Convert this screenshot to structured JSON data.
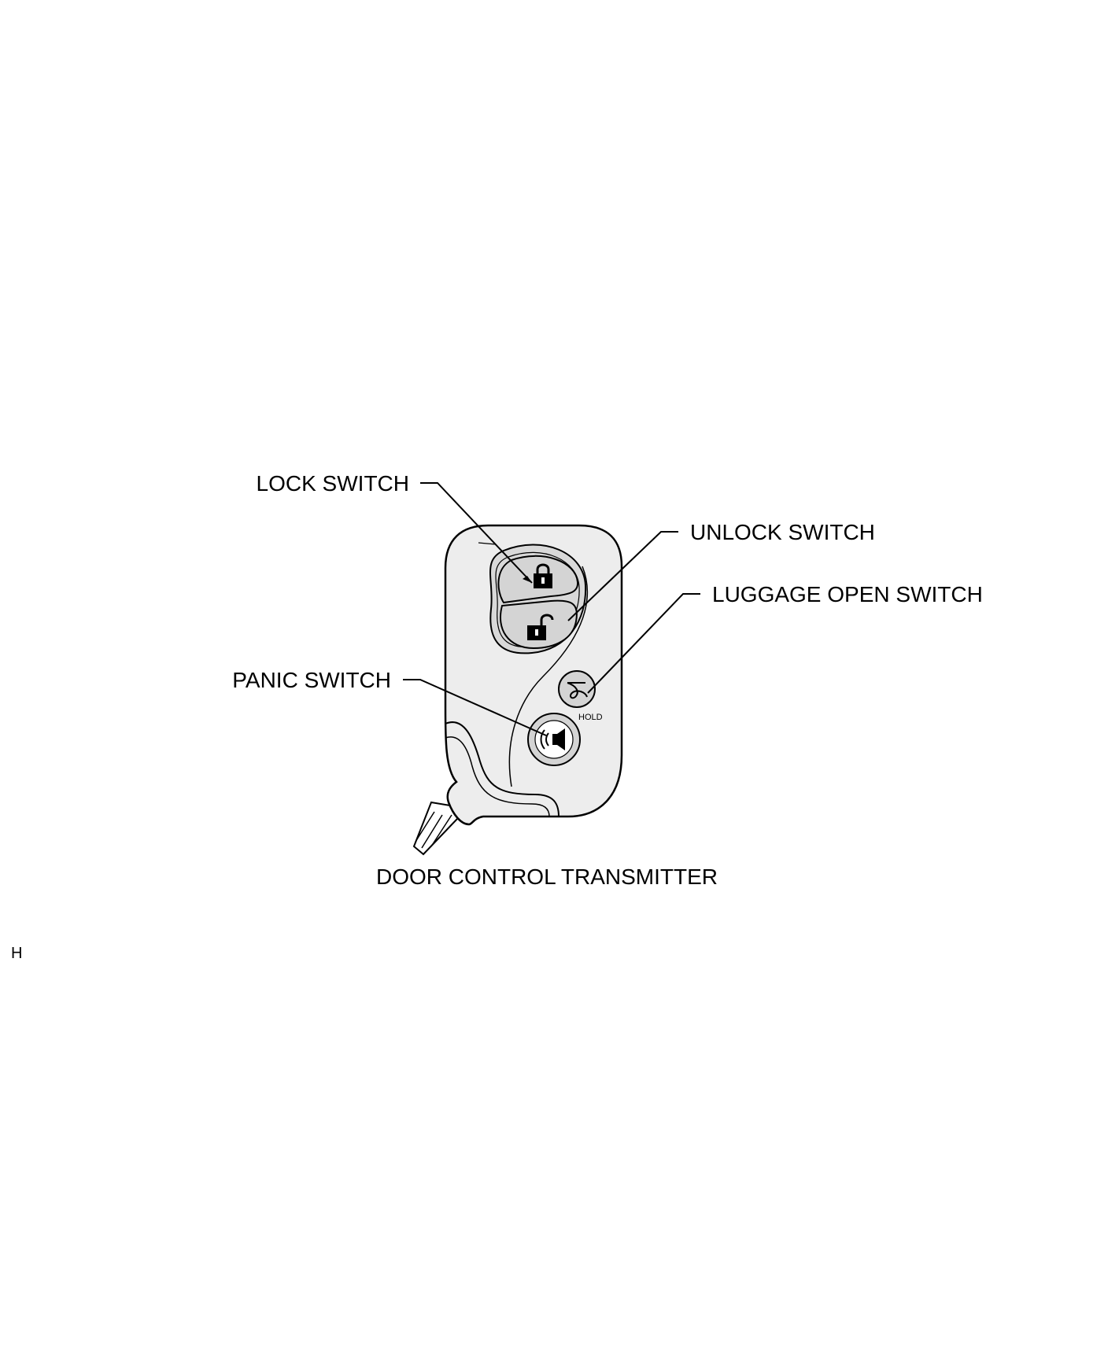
{
  "labels": {
    "lock_switch": "LOCK SWITCH",
    "unlock_switch": "UNLOCK SWITCH",
    "luggage_open_switch": "LUGGAGE OPEN SWITCH",
    "panic_switch": "PANIC SWITCH",
    "hold": "HOLD",
    "caption": "DOOR CONTROL TRANSMITTER",
    "corner_mark": "H"
  },
  "icons": {
    "lock": "padlock-closed",
    "unlock": "padlock-open",
    "luggage": "trunk-open",
    "panic": "horn-speaker"
  },
  "colors": {
    "fob_fill": "#ededed",
    "button_fill": "#d4d4d4",
    "line": "#000000",
    "background": "#ffffff"
  }
}
